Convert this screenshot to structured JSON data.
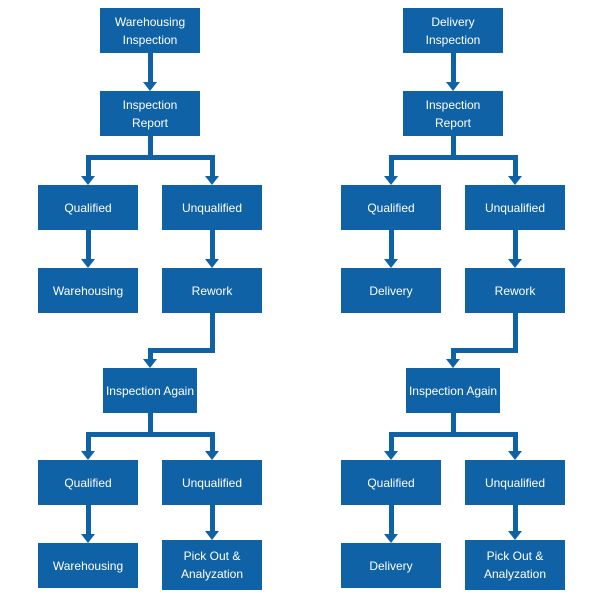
{
  "page": {
    "background": "#ffffff"
  },
  "colors": {
    "node_fill": "#0f62a5",
    "node_text": "#ffffff",
    "arrow": "#0f62a5"
  },
  "flowcharts": [
    {
      "id": "warehousing-inspection-flow",
      "nodes": {
        "start": "Warehousing\nInspection",
        "report": "Inspection\nReport",
        "qualified1": "Qualified",
        "unqualified1": "Unqualified",
        "pass1": "Warehousing",
        "rework": "Rework",
        "again": "Inspection Again",
        "qualified2": "Qualified",
        "unqualified2": "Unqualified",
        "pass2": "Warehousing",
        "pickout": "Pick Out &\nAnalyzation"
      }
    },
    {
      "id": "delivery-inspection-flow",
      "nodes": {
        "start": "Delivery\nInspection",
        "report": "Inspection\nReport",
        "qualified1": "Qualified",
        "unqualified1": "Unqualified",
        "pass1": "Delivery",
        "rework": "Rework",
        "again": "Inspection Again",
        "qualified2": "Qualified",
        "unqualified2": "Unqualified",
        "pass2": "Delivery",
        "pickout": "Pick Out &\nAnalyzation"
      }
    }
  ]
}
